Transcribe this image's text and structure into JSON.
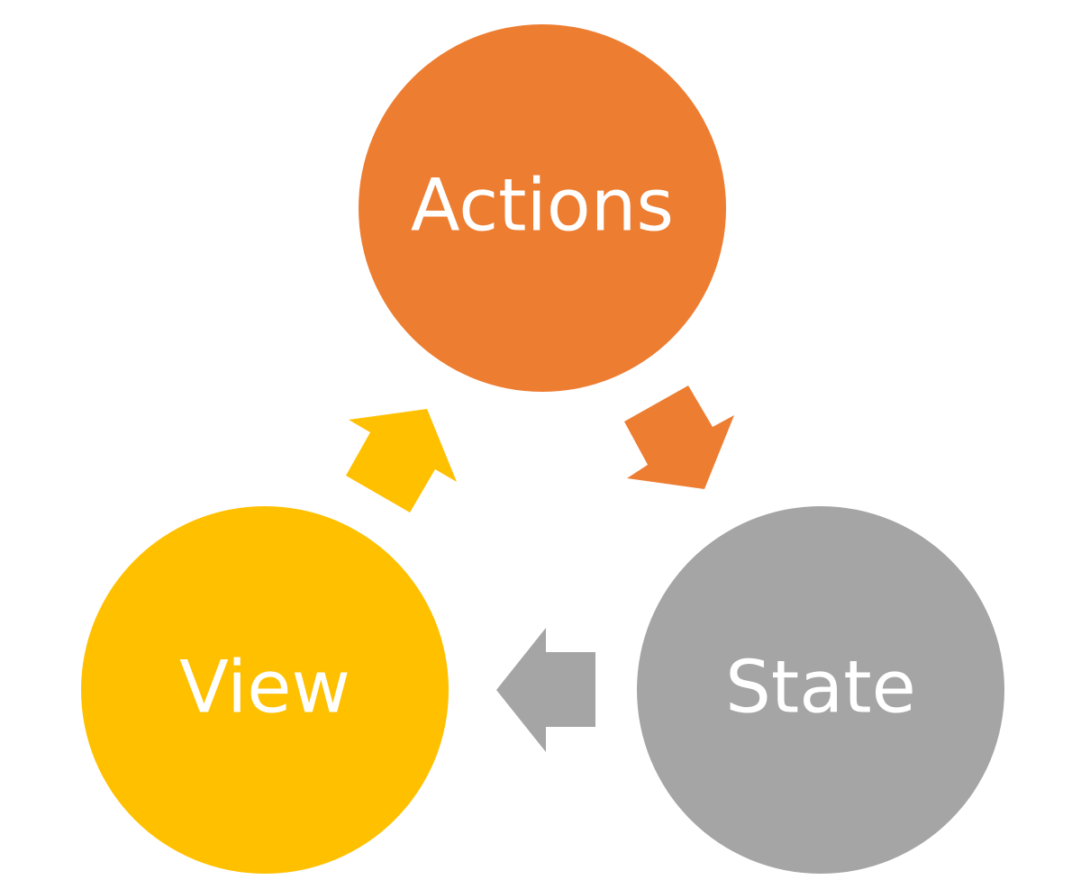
{
  "diagram": {
    "nodes": {
      "actions": {
        "label": "Actions",
        "color": "#ED7D31"
      },
      "state": {
        "label": "State",
        "color": "#A5A5A5"
      },
      "view": {
        "label": "View",
        "color": "#FFC000"
      }
    },
    "edges": [
      {
        "from": "Actions",
        "to": "State",
        "color": "#ED7D31"
      },
      {
        "from": "State",
        "to": "View",
        "color": "#A5A5A5"
      },
      {
        "from": "View",
        "to": "Actions",
        "color": "#FFC000"
      }
    ]
  }
}
